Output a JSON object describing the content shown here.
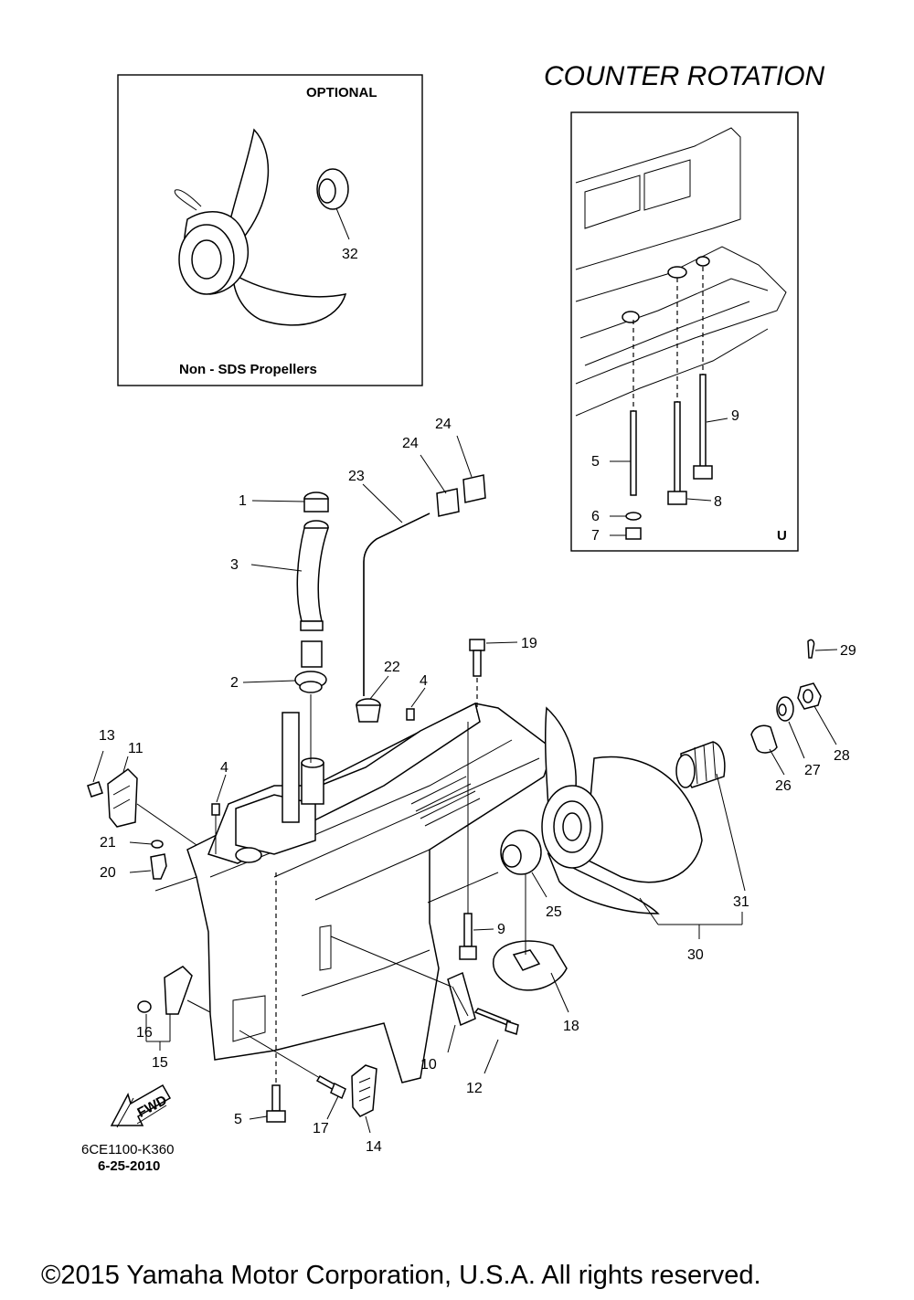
{
  "header": {
    "title": "COUNTER  ROTATION"
  },
  "inset_optional": {
    "label": "OPTIONAL",
    "caption": "Non - SDS Propellers",
    "part": "32"
  },
  "inset_u": {
    "label": "U",
    "parts": [
      "9",
      "5",
      "6",
      "8",
      "7"
    ]
  },
  "callouts": [
    "1",
    "2",
    "3",
    "4",
    "4",
    "5",
    "9",
    "10",
    "11",
    "12",
    "13",
    "14",
    "15",
    "16",
    "17",
    "18",
    "19",
    "20",
    "21",
    "22",
    "23",
    "24",
    "24",
    "25",
    "26",
    "27",
    "28",
    "29",
    "30",
    "31"
  ],
  "fwd_label": "FWD",
  "drawing_code": "6CE1100-K360",
  "drawing_date": "6-25-2010",
  "copyright": "©2015 Yamaha Motor Corporation, U.S.A. All rights reserved."
}
